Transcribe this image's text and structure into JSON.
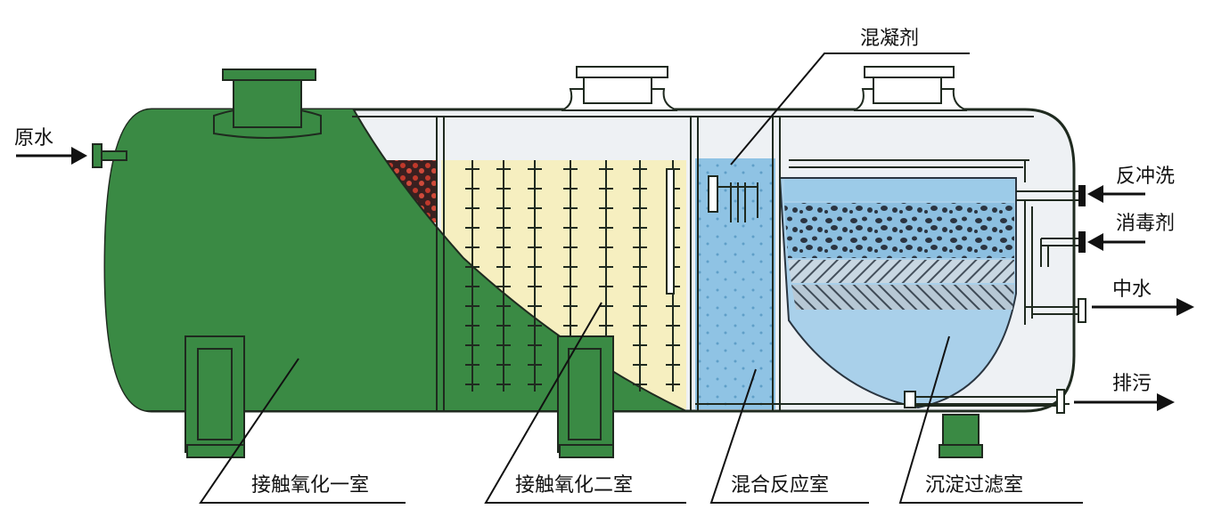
{
  "labels": {
    "raw_water": "原水",
    "coagulant": "混凝剂",
    "backwash": "反冲洗",
    "disinfectant": "消毒剂",
    "reclaimed_water": "中水",
    "sewage_discharge": "排污",
    "chamber_1": "接触氧化一室",
    "chamber_2": "接触氧化二室",
    "chamber_3": "混合反应室",
    "chamber_4": "沉淀过滤室"
  },
  "colors": {
    "tank_green": "#3a8a44",
    "tank_outline": "#1f2a1f",
    "media_yellow": "#f6efc0",
    "water_blue": "#8fc3e4",
    "filter_blue": "#9ccbe8",
    "red_media": "#c0392b",
    "arrow": "#111111"
  }
}
